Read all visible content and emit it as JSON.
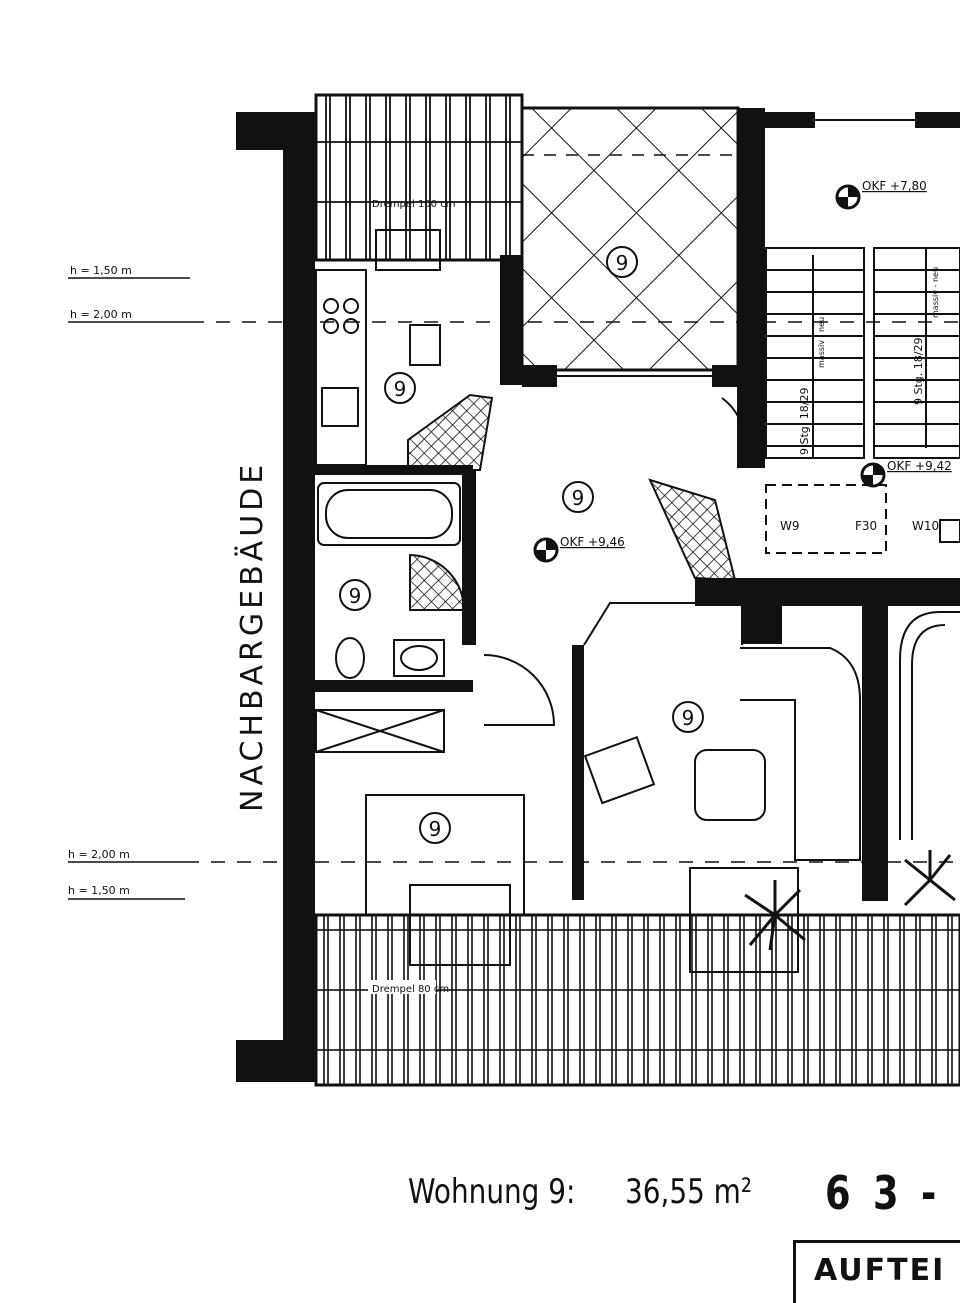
{
  "building_label": "NACHBARGEBÄUDE",
  "height_marks": [
    "h = 1,50 m",
    "h = 2,00 m",
    "h = 2,00 m",
    "h = 1,50 m"
  ],
  "drempel_top": "Drempel 100 cm",
  "drempel_bottom": "Drempel 80 cm",
  "room_number": "9",
  "levels": {
    "okf_top": "OKF +7,80",
    "okf_landing": "OKF +9,42",
    "okf_flat": "OKF +9,46"
  },
  "stairs": {
    "left": "9 Stg. 18/29",
    "left_note": "massiv - neu",
    "right": "9 Stg. 18/29",
    "right_note": "massiv - neu"
  },
  "doors": {
    "w9": "W9",
    "f30": "F30",
    "w10": "W10"
  },
  "footer": {
    "unit_label": "Wohnung 9:",
    "area": "36,55 m²",
    "plan_number": "6 3 -",
    "stamp": "AUFTEI"
  }
}
